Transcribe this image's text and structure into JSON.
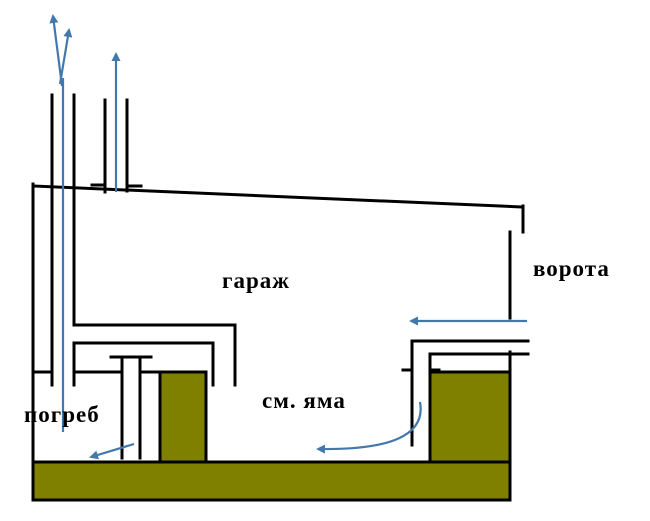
{
  "diagram": {
    "labels": {
      "garage": "гараж",
      "gates": "ворота",
      "cellar": "погреб",
      "inspection_pit": "см. яма"
    },
    "colors": {
      "line": "#000000",
      "arrow": "#4278ab",
      "ground": "#808000",
      "background": "#ffffff"
    }
  }
}
